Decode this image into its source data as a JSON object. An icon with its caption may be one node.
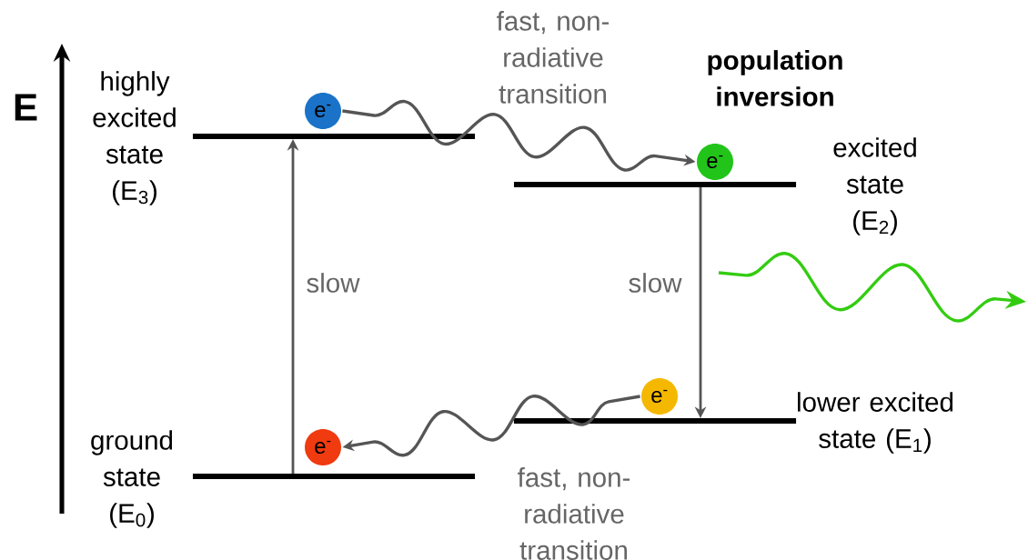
{
  "diagram": {
    "nodes": [
      {
        "text": [],
        "shape": "bar",
        "beside": [
          "highly excited state (E$_{3}$)"
        ]
      },
      {
        "text": [],
        "shape": "bar",
        "beside": [
          "excited state (E$_{2}$)"
        ]
      },
      {
        "text": [],
        "shape": "bar",
        "beside": [
          "lower excited state (E$_{1}$)"
        ]
      },
      {
        "text": [],
        "shape": "bar",
        "beside": [
          "ground state (E$_{0}$)"
        ]
      },
      {
        "text": [
          "e$^{-}$"
        ]
      },
      {
        "text": [
          "e$^{-}$"
        ]
      },
      {
        "text": [
          "e$^{-}$"
        ]
      },
      {
        "text": [
          "e$^{-}$"
        ]
      }
    ],
    "edges": [
      {
        "from": 3,
        "to": 0,
        "arrow": "to",
        "label": "slow"
      },
      {
        "from": 1,
        "to": 2,
        "arrow": "to",
        "label": "slow"
      },
      {
        "from": 4,
        "to": 5,
        "arrow": "to",
        "label": "fast, non-radiative transition"
      },
      {
        "from": 6,
        "to": 7,
        "arrow": "to",
        "label": "fast, non-radiative transition"
      }
    ],
    "labels": [
      "E",
      "population inversion"
    ]
  }
}
